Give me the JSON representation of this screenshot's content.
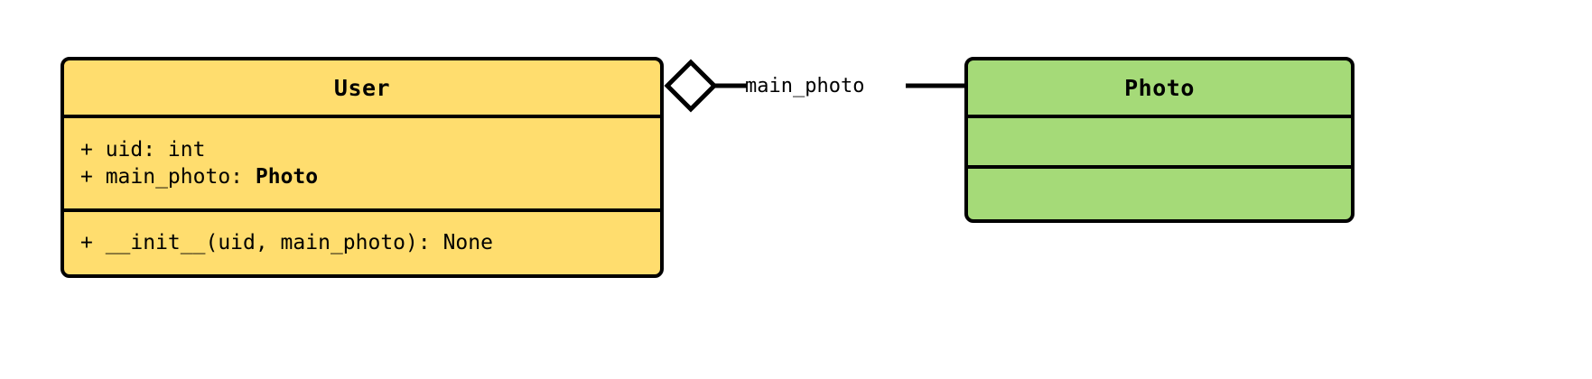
{
  "diagram": {
    "type": "uml-class-diagram",
    "background_color": "#ffffff",
    "border_color": "#000000"
  },
  "classes": [
    {
      "name": "User",
      "fill_color": "#ffdd6e",
      "attributes": [
        {
          "visibility": "+",
          "text": "+ uid: int"
        },
        {
          "visibility": "+",
          "prefix": "+ main_photo: ",
          "type": "Photo"
        }
      ],
      "methods": [
        {
          "visibility": "+",
          "text": "+ __init__(uid, main_photo): None"
        }
      ]
    },
    {
      "name": "Photo",
      "fill_color": "#a5da78",
      "attributes": [],
      "methods": []
    }
  ],
  "relationship": {
    "kind": "aggregation",
    "label": "main_photo",
    "source": "User",
    "target": "Photo",
    "diamond_fill": "#ffffff",
    "line_color": "#000000"
  }
}
